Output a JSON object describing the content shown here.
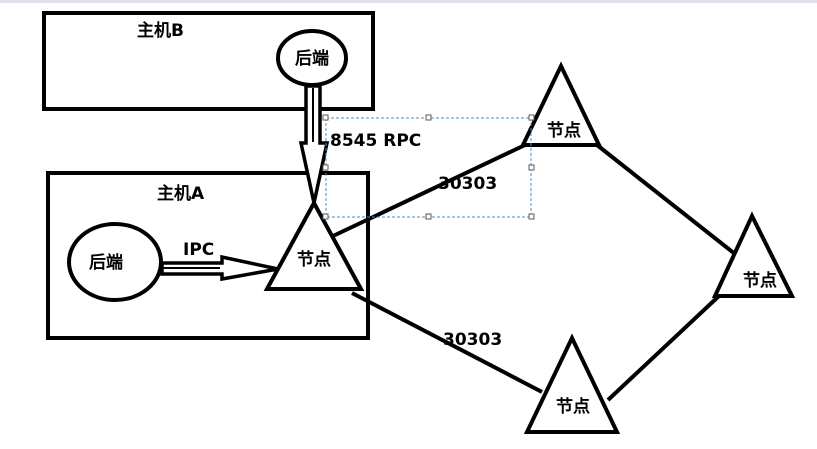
{
  "hosts": {
    "host_b": {
      "label": "主机B"
    },
    "host_a": {
      "label": "主机A"
    }
  },
  "backends": {
    "backend_b": {
      "label": "后端"
    },
    "backend_a": {
      "label": "后端"
    }
  },
  "nodes": {
    "main": {
      "label": "节点"
    },
    "top": {
      "label": "节点"
    },
    "right": {
      "label": "节点"
    },
    "bottom": {
      "label": "节点"
    }
  },
  "links": {
    "rpc": {
      "label": "8545 RPC"
    },
    "ipc": {
      "label": "IPC"
    },
    "p2p_upper": {
      "label": "30303"
    },
    "p2p_lower": {
      "label": "30303"
    }
  },
  "colors": {
    "stroke": "#000000",
    "background": "#ffffff",
    "selection": "#4a90c9"
  }
}
